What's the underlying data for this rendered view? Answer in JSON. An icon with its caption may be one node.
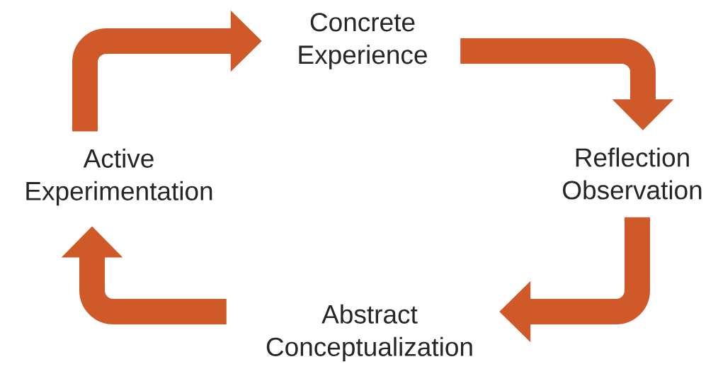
{
  "diagram": {
    "nodes": [
      {
        "text": [
          "Concrete Experience"
        ]
      },
      {
        "text": [
          "Reflection Observation"
        ]
      },
      {
        "text": [
          "Abstract Conceptualization"
        ]
      },
      {
        "text": [
          "Active Experimentation"
        ]
      }
    ],
    "edges": [
      {
        "from": 0,
        "to": 1,
        "arrow": "to"
      },
      {
        "from": 1,
        "to": 2,
        "arrow": "to"
      },
      {
        "from": 2,
        "to": 3,
        "arrow": "to"
      },
      {
        "from": 3,
        "to": 0,
        "arrow": "to"
      }
    ]
  }
}
